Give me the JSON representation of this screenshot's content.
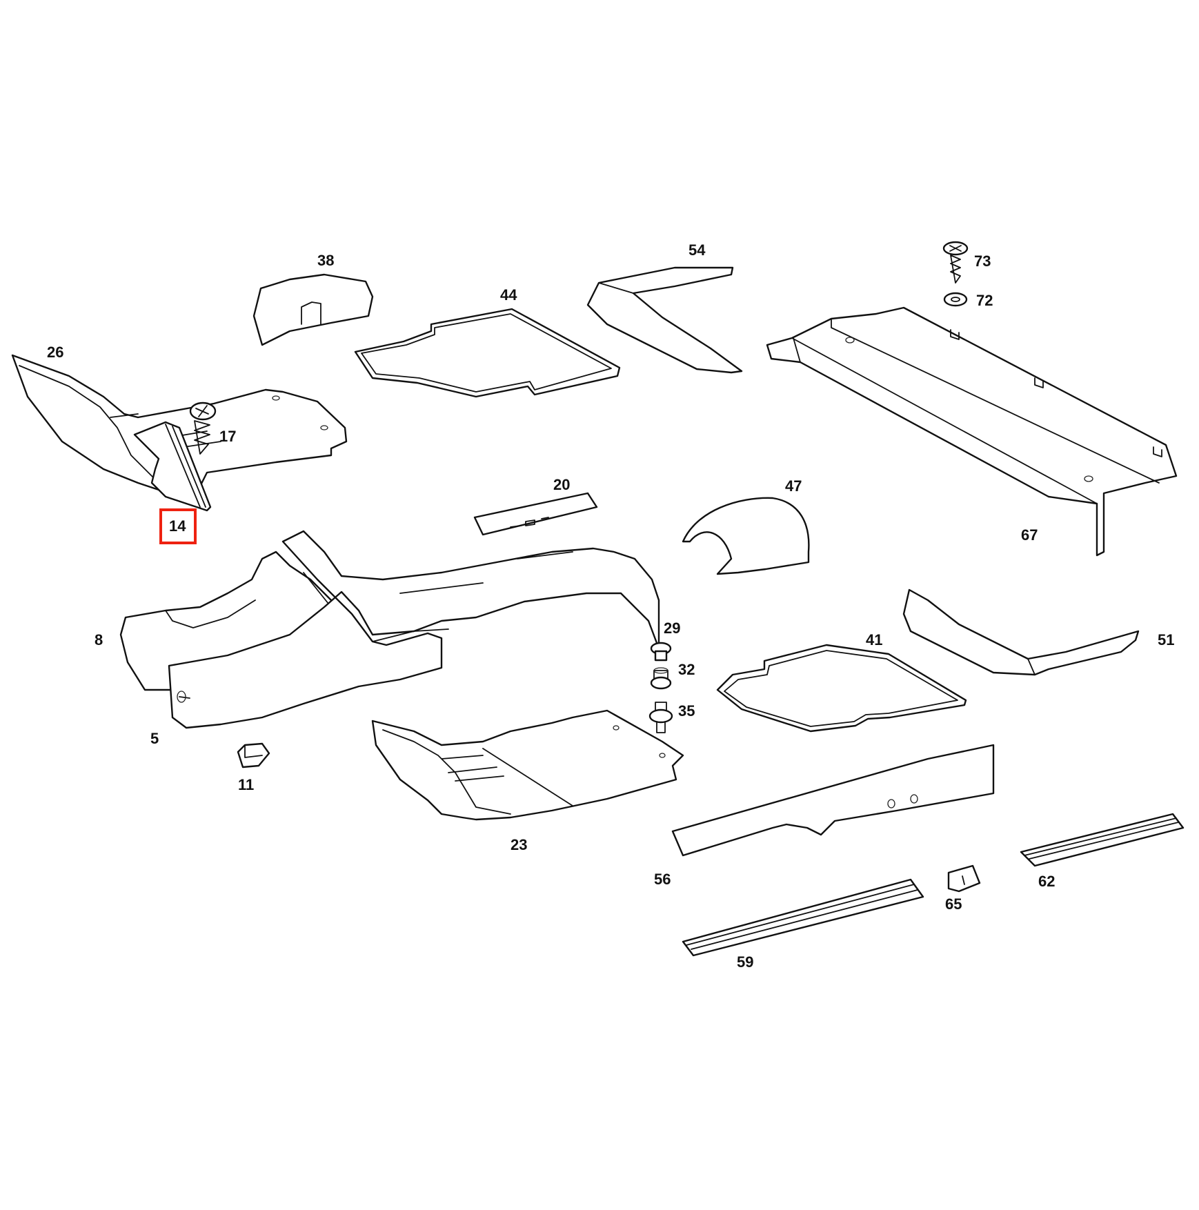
{
  "highlight": {
    "label": "14",
    "color": "#ee2211"
  },
  "callouts": [
    {
      "id": "p5",
      "label": "5"
    },
    {
      "id": "p8",
      "label": "8"
    },
    {
      "id": "p11",
      "label": "11"
    },
    {
      "id": "p14",
      "label": "14"
    },
    {
      "id": "p17",
      "label": "17"
    },
    {
      "id": "p20",
      "label": "20"
    },
    {
      "id": "p23",
      "label": "23"
    },
    {
      "id": "p26",
      "label": "26"
    },
    {
      "id": "p29",
      "label": "29"
    },
    {
      "id": "p32",
      "label": "32"
    },
    {
      "id": "p35",
      "label": "35"
    },
    {
      "id": "p38",
      "label": "38"
    },
    {
      "id": "p41",
      "label": "41"
    },
    {
      "id": "p44",
      "label": "44"
    },
    {
      "id": "p47",
      "label": "47"
    },
    {
      "id": "p51",
      "label": "51"
    },
    {
      "id": "p54",
      "label": "54"
    },
    {
      "id": "p56",
      "label": "56"
    },
    {
      "id": "p59",
      "label": "59"
    },
    {
      "id": "p62",
      "label": "62"
    },
    {
      "id": "p65",
      "label": "65"
    },
    {
      "id": "p67",
      "label": "67"
    },
    {
      "id": "p72",
      "label": "72"
    },
    {
      "id": "p73",
      "label": "73"
    }
  ]
}
